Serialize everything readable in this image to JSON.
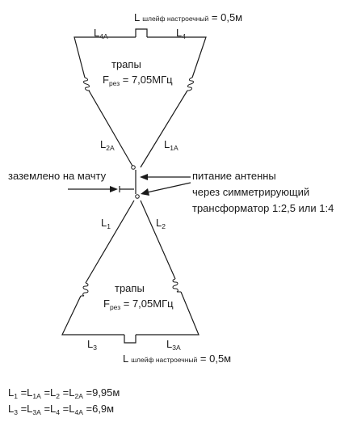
{
  "labels": {
    "top_stub": {
      "main": "L",
      "sub": "шлейф настроечный",
      "value": " = 0,5м"
    },
    "bottom_stub": {
      "main": "L",
      "sub": "шлейф настроечный",
      "value": " = 0,5м"
    },
    "l4a": {
      "main": "L",
      "sub": "4A"
    },
    "l4": {
      "main": "L",
      "sub": "4"
    },
    "l2a": {
      "main": "L",
      "sub": "2A"
    },
    "l1a": {
      "main": "L",
      "sub": "1A"
    },
    "l1": {
      "main": "L",
      "sub": "1"
    },
    "l2": {
      "main": "L",
      "sub": "2"
    },
    "l3": {
      "main": "L",
      "sub": "3"
    },
    "l3a": {
      "main": "L",
      "sub": "3A"
    },
    "trap_top": {
      "title": "трапы",
      "f_main": "F",
      "f_sub": "рез",
      "f_value": " = 7,05МГц"
    },
    "trap_bottom": {
      "title": "трапы",
      "f_main": "F",
      "f_sub": "рез",
      "f_value": " = 7,05МГц"
    },
    "ground": "заземлено на мачту",
    "feed_line1": "питание антенны",
    "feed_line2": "через симметрирующий",
    "feed_line3": "трансформатор 1:2,5 или 1:4"
  },
  "formulas": {
    "line1": [
      {
        "t": "L",
        "s": "1"
      },
      {
        "t": "=L",
        "s": "1A"
      },
      {
        "t": "=L",
        "s": "2"
      },
      {
        "t": "=L",
        "s": "2A"
      },
      {
        "t": "=9,95м",
        "s": ""
      }
    ],
    "line2": [
      {
        "t": "L",
        "s": "3"
      },
      {
        "t": "=L",
        "s": "3A"
      },
      {
        "t": "=L",
        "s": "4"
      },
      {
        "t": "=L",
        "s": "4A"
      },
      {
        "t": "=6,9м",
        "s": ""
      }
    ]
  }
}
